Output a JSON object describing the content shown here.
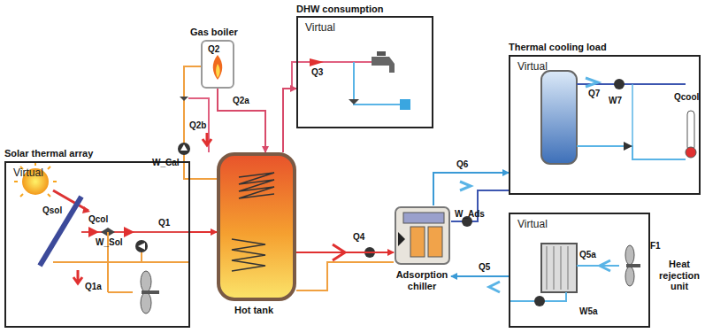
{
  "diagram": {
    "nodes": [
      {
        "text": [
          "Solar thermal array",
          "Virtual"
        ]
      },
      {
        "text": [
          "Gas boiler",
          "Q2"
        ]
      },
      {
        "text": [
          "DHW consumption",
          "Virtual"
        ]
      },
      {
        "text": [
          "Hot tank"
        ]
      },
      {
        "text": [
          "Adsorption chiller"
        ]
      },
      {
        "text": [
          "Thermal cooling load",
          "Virtual"
        ]
      },
      {
        "text": [
          "Virtual",
          "Heat rejection unit"
        ]
      }
    ],
    "edges": [
      {
        "from": 0,
        "to": 3,
        "arrow": "to",
        "label": "Q1"
      },
      {
        "from": 3,
        "to": 4,
        "arrow": "to",
        "label": "Q4"
      },
      {
        "from": 1,
        "to": 3,
        "arrow": "to",
        "label": "Q2a"
      },
      {
        "from": 3,
        "to": 2,
        "arrow": "to"
      },
      {
        "from": 4,
        "to": 5,
        "arrow": "to",
        "label": "Q6"
      },
      {
        "from": 6,
        "to": 4,
        "arrow": "to",
        "label": "Q5"
      }
    ],
    "labels": [
      "Qsol",
      "Qcol",
      "W_Sol",
      "Q1a",
      "W_Cal",
      "Q2b",
      "Q3",
      "W_Ads",
      "Q7",
      "W7",
      "Qcool",
      "Q5a",
      "W5a",
      "F1"
    ]
  }
}
